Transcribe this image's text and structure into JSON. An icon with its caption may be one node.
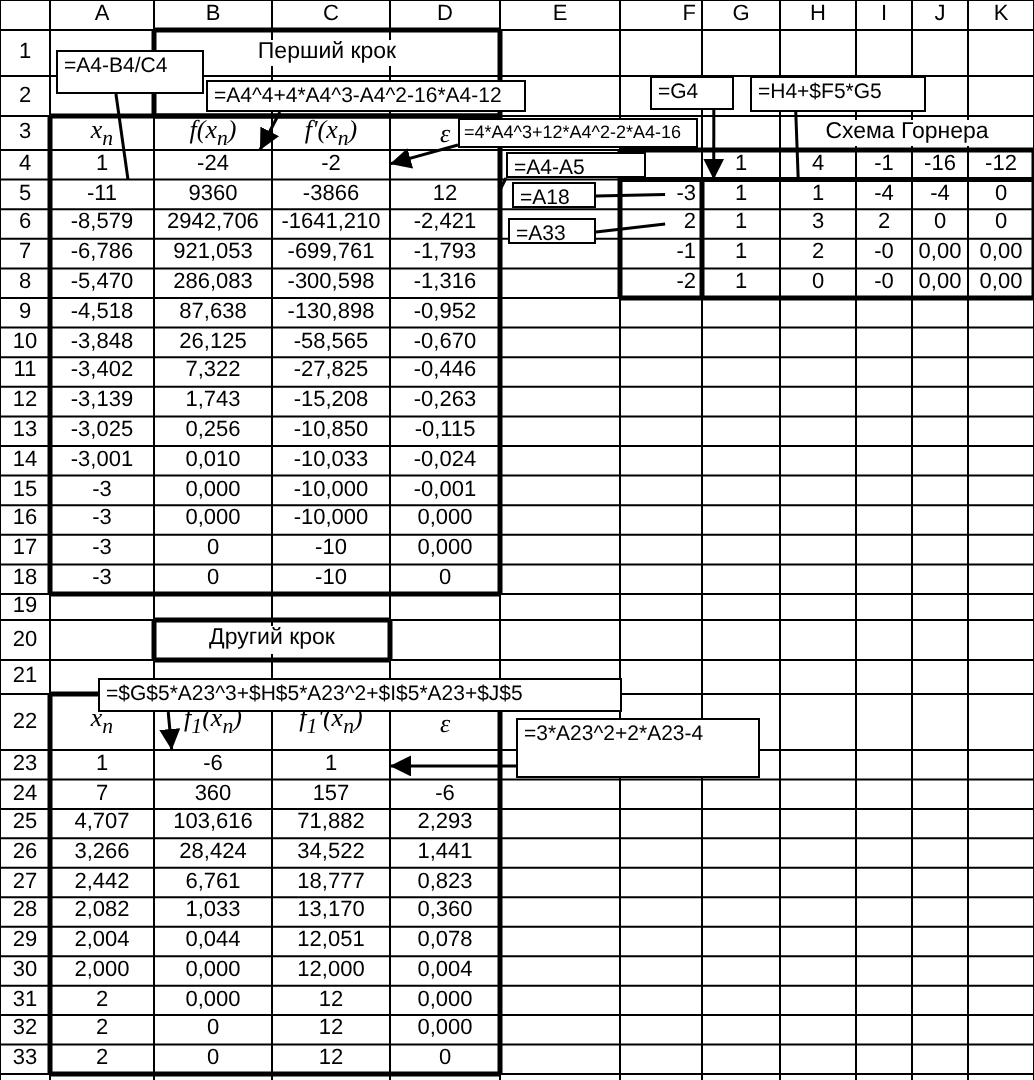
{
  "diagram": {
    "nodes": [
      {
        "text": [
          "=A4-B4/C4"
        ]
      },
      {
        "text": [
          "=G4"
        ]
      },
      {
        "text": [
          "=H4+$F5*G5"
        ]
      },
      {
        "text": [
          "=A4^4+4*A4^3-A4^2-16*A4-12"
        ]
      },
      {
        "text": [
          "=4*A4^3+12*A4^2-2*A4-16"
        ]
      },
      {
        "text": [
          "-24"
        ]
      },
      {
        "text": [
          "-2"
        ]
      },
      {
        "text": [
          "=A4-A5"
        ]
      },
      {
        "text": [
          "-11"
        ]
      },
      {
        "text": [
          "12"
        ]
      },
      {
        "text": [
          "=A18"
        ]
      },
      {
        "text": [
          "-3"
        ]
      },
      {
        "text": [
          "1"
        ]
      },
      {
        "text": [
          "1"
        ]
      },
      {
        "text": [
          "=A33"
        ]
      },
      {
        "text": [
          "2"
        ]
      },
      {
        "text": [
          "=$G$5*A23^3+$H$5*A23^2+$I$5*A23+$J$5"
        ]
      },
      {
        "text": [
          "=3*A23^2+2*A23-4"
        ]
      },
      {
        "text": [
          "-6"
        ]
      },
      {
        "text": [
          "1"
        ]
      }
    ],
    "edges": [
      {
        "from": 0,
        "to": 8,
        "arrow": "none"
      },
      {
        "from": 3,
        "to": 5,
        "arrow": "to"
      },
      {
        "from": 4,
        "to": 6,
        "arrow": "to"
      },
      {
        "from": 7,
        "to": 9,
        "arrow": "none"
      },
      {
        "from": 10,
        "to": 11,
        "arrow": "none"
      },
      {
        "from": 14,
        "to": 15,
        "arrow": "none"
      },
      {
        "from": 1,
        "to": 12,
        "arrow": "to"
      },
      {
        "from": 2,
        "to": 13,
        "arrow": "none"
      },
      {
        "from": 16,
        "to": 18,
        "arrow": "to"
      },
      {
        "from": 17,
        "to": 19,
        "arrow": "to"
      }
    ],
    "labels": [
      "A",
      "B",
      "C",
      "D",
      "E",
      "F",
      "G",
      "H",
      "I",
      "J",
      "K",
      "1",
      "Перший крок",
      "2",
      "3",
      "x$_{n}$",
      "f(x$_{n}$)",
      "f'(x$_{n}$)",
      "ε",
      "Схема Горнера",
      "4",
      "1",
      "1",
      "4",
      "-1",
      "-16",
      "-12",
      "5",
      "9360",
      "-3866",
      "-4",
      "-4",
      "0",
      "6",
      "-8,579",
      "2942,706",
      "-1641,210",
      "-2,421",
      "1",
      "3",
      "2",
      "0",
      "0",
      "7",
      "-6,786",
      "921,053",
      "-699,761",
      "-1,793",
      "-1",
      "1",
      "2",
      "-0",
      "0,00",
      "0,00",
      "8",
      "-5,470",
      "286,083",
      "-300,598",
      "-1,316",
      "-2",
      "1",
      "0",
      "-0",
      "0,00",
      "0,00",
      "9",
      "-4,518",
      "87,638",
      "-130,898",
      "-0,952",
      "10",
      "-3,848",
      "26,125",
      "-58,565",
      "-0,670",
      "11",
      "-3,402",
      "7,322",
      "-27,825",
      "-0,446",
      "12",
      "-3,139",
      "1,743",
      "-15,208",
      "-0,263",
      "13",
      "-3,025",
      "0,256",
      "-10,850",
      "-0,115",
      "14",
      "-3,001",
      "0,010",
      "-10,033",
      "-0,024",
      "15",
      "-3",
      "0,000",
      "-10,000",
      "-0,001",
      "16",
      "-3",
      "0,000",
      "-10,000",
      "0,000",
      "17",
      "-3",
      "0",
      "-10",
      "0,000",
      "18",
      "-3",
      "0",
      "-10",
      "0",
      "19",
      "20",
      "Другий крок",
      "21",
      "22",
      "x$_{n}$",
      "f$_{1}$(x$_{n}$)",
      "f$_{1}$'(x$_{n}$)",
      "ε",
      "23",
      "1",
      "24",
      "7",
      "360",
      "157",
      "-6",
      "25",
      "4,707",
      "103,616",
      "71,882",
      "2,293",
      "26",
      "3,266",
      "28,424",
      "34,522",
      "1,441",
      "27",
      "2,442",
      "6,761",
      "18,777",
      "0,823",
      "28",
      "2,082",
      "1,033",
      "13,170",
      "0,360",
      "29",
      "2,004",
      "0,044",
      "12,051",
      "0,078",
      "30",
      "2,000",
      "0,000",
      "12,000",
      "0,004",
      "31",
      "2",
      "0,000",
      "12",
      "0,000",
      "32",
      "2",
      "0",
      "12",
      "0,000",
      "33",
      "2",
      "0",
      "12",
      "0"
    ]
  }
}
